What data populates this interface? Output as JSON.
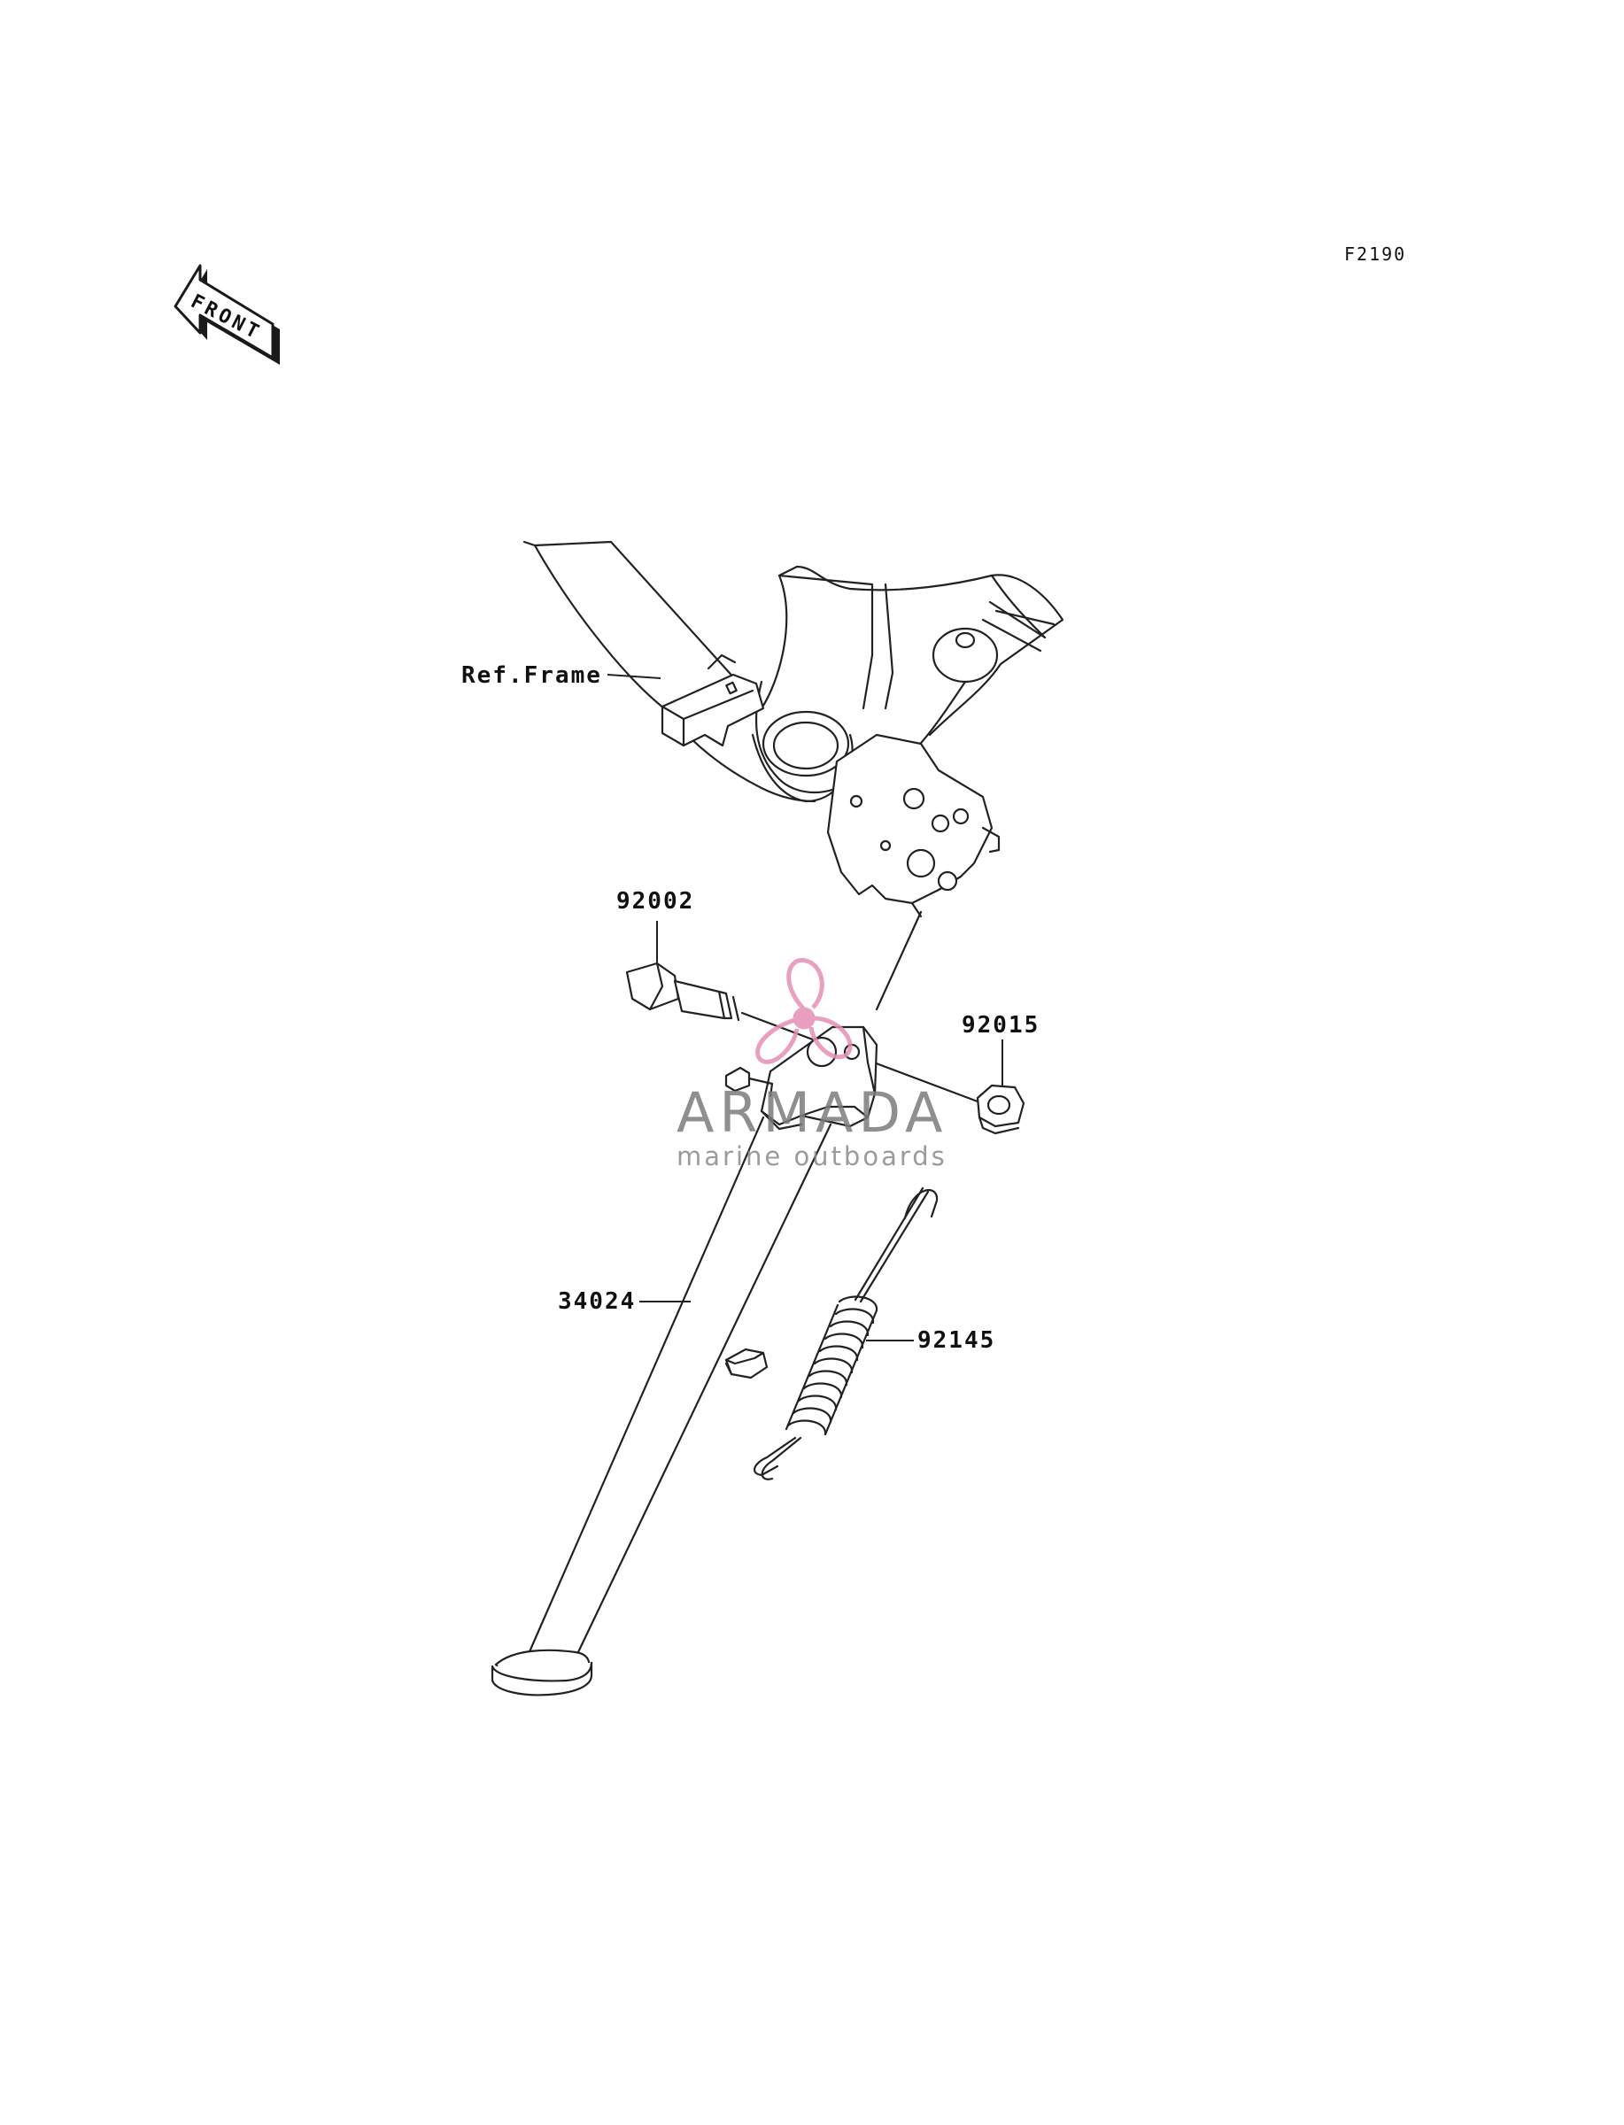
{
  "diagram_code": "F2190",
  "direction_marker": {
    "text": "FRONT",
    "icon": "front-direction-arrow-icon"
  },
  "callouts": {
    "ref_frame": "Ref.Frame",
    "bolt": "92002",
    "nut": "92015",
    "stand": "34024",
    "spring": "92145"
  },
  "watermark": {
    "brand": "ARMADA",
    "tagline": "marine outboards",
    "logo_icon": "propeller-logo-icon",
    "logo_color": "#e68fb4"
  }
}
